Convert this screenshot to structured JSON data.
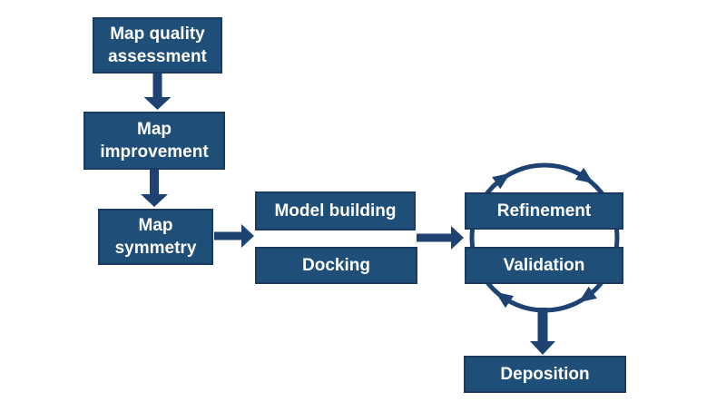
{
  "diagram": {
    "type": "flowchart",
    "background_color": "#ffffff",
    "colors": {
      "node_fill": "#1F4E79",
      "node_border": "#1A3A60",
      "arrow": "#1E4373",
      "label_text": "#FFFFFF"
    },
    "nodes": {
      "map_quality_assessment": {
        "label": "Map quality\nassessment"
      },
      "map_improvement": {
        "label": "Map\nimprovement"
      },
      "map_symmetry": {
        "label": "Map\nsymmetry"
      },
      "model_building": {
        "label": "Model building"
      },
      "docking": {
        "label": "Docking"
      },
      "refinement": {
        "label": "Refinement"
      },
      "validation": {
        "label": "Validation"
      },
      "deposition": {
        "label": "Deposition"
      }
    },
    "edges": [
      {
        "from": "Map quality assessment",
        "to": "Map improvement",
        "style": "block-arrow-down"
      },
      {
        "from": "Map improvement",
        "to": "Map symmetry",
        "style": "block-arrow-down"
      },
      {
        "from": "Map symmetry",
        "to": "Model building / Docking",
        "style": "block-arrow-right"
      },
      {
        "from": "Model building / Docking",
        "to": "Refinement / Validation",
        "style": "block-arrow-right"
      },
      {
        "from": "Refinement / Validation cycle",
        "to": "Deposition",
        "style": "block-arrow-down"
      },
      {
        "between": "Refinement and Validation",
        "style": "circular-cycle",
        "direction": "clockwise"
      }
    ]
  }
}
